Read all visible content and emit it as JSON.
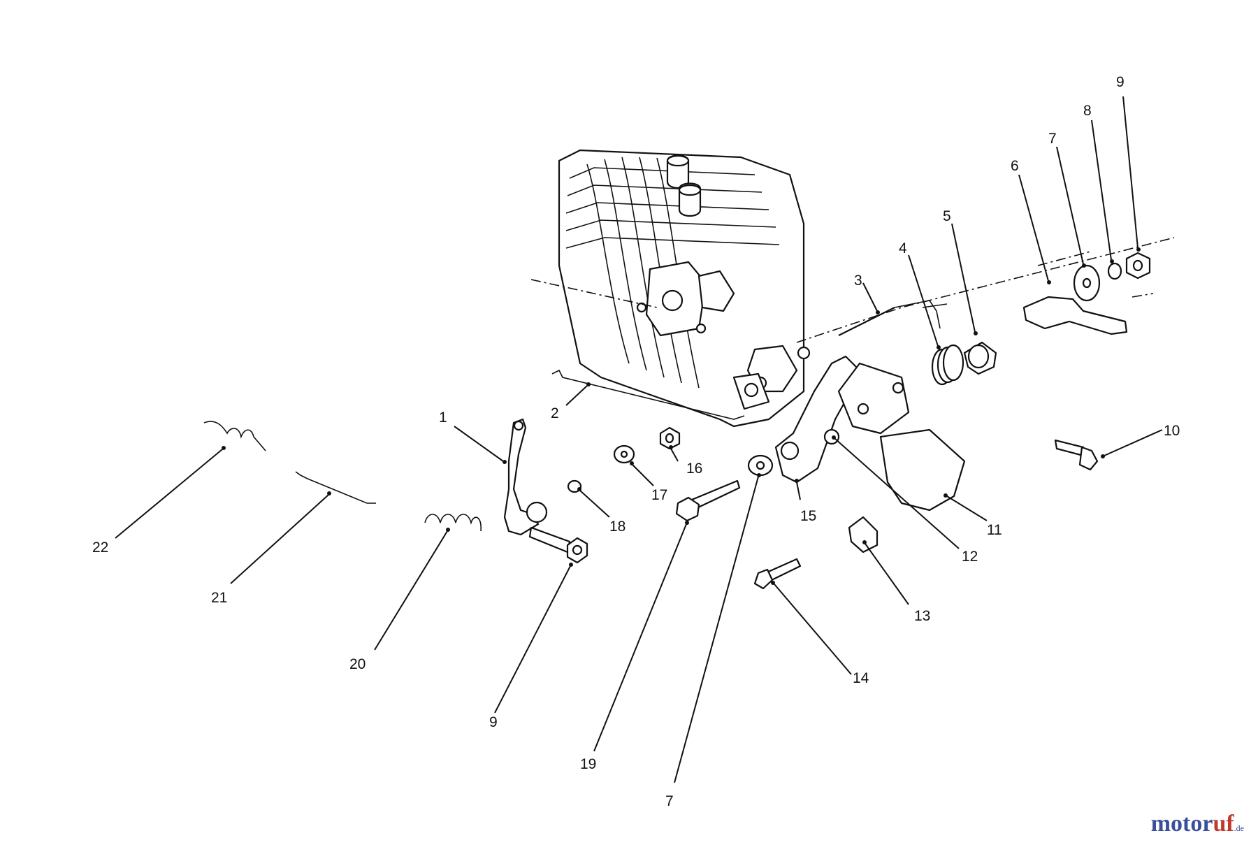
{
  "diagram": {
    "callouts": [
      {
        "id": "c1",
        "label": "1"
      },
      {
        "id": "c2",
        "label": "2"
      },
      {
        "id": "c3",
        "label": "3"
      },
      {
        "id": "c4",
        "label": "4"
      },
      {
        "id": "c5",
        "label": "5"
      },
      {
        "id": "c6",
        "label": "6"
      },
      {
        "id": "c7a",
        "label": "7"
      },
      {
        "id": "c8",
        "label": "8"
      },
      {
        "id": "c9a",
        "label": "9"
      },
      {
        "id": "c10",
        "label": "10"
      },
      {
        "id": "c11",
        "label": "11"
      },
      {
        "id": "c12",
        "label": "12"
      },
      {
        "id": "c13",
        "label": "13"
      },
      {
        "id": "c14",
        "label": "14"
      },
      {
        "id": "c15",
        "label": "15"
      },
      {
        "id": "c16",
        "label": "16"
      },
      {
        "id": "c17",
        "label": "17"
      },
      {
        "id": "c18",
        "label": "18"
      },
      {
        "id": "c19",
        "label": "19"
      },
      {
        "id": "c20",
        "label": "20"
      },
      {
        "id": "c21",
        "label": "21"
      },
      {
        "id": "c22",
        "label": "22"
      },
      {
        "id": "c9b",
        "label": "9"
      },
      {
        "id": "c7b",
        "label": "7"
      }
    ]
  },
  "watermark": {
    "part1": "motor",
    "part2": "uf",
    "suffix": ".de"
  }
}
